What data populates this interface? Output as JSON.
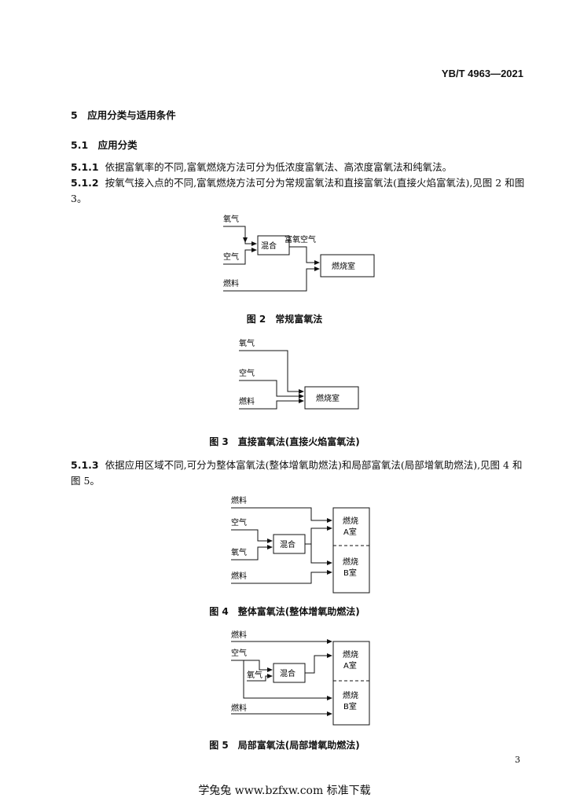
{
  "header": {
    "standard_no": "YB/T 4963—2021"
  },
  "section5": {
    "title": "5　应用分类与适用条件"
  },
  "section51": {
    "title": "5.1　应用分类"
  },
  "clauses": [
    {
      "num": "5.1.1",
      "text": "依据富氧率的不同,富氧燃烧方法可分为低浓度富氧法、高浓度富氧法和纯氧法。"
    },
    {
      "num": "5.1.2",
      "text": "按氧气接入点的不同,富氧燃烧方法可分为常规富氧法和直接富氧法(直接火焰富氧法),见图 2 和图 3。"
    },
    {
      "num": "5.1.3",
      "text": "依据应用区域不同,可分为整体富氧法(整体增氧助燃法)和局部富氧法(局部增氧助燃法),见图 4 和图 5。"
    }
  ],
  "fig2": {
    "caption": "图 2　常规富氧法",
    "oxygen": "氧气",
    "air": "空气",
    "fuel": "燃料",
    "mix": "混合",
    "enriched_air": "富氧空气",
    "chamber": "燃烧室"
  },
  "fig3": {
    "caption": "图 3　直接富氧法(直接火焰富氧法)",
    "oxygen": "氧气",
    "air": "空气",
    "fuel": "燃料",
    "chamber": "燃烧室"
  },
  "fig4": {
    "caption": "图 4　整体富氧法(整体增氧助燃法)",
    "fuel_top": "燃料",
    "air": "空气",
    "oxygen": "氧气",
    "fuel_bottom": "燃料",
    "mix": "混合",
    "chamber_a_1": "燃烧",
    "chamber_a_2": "A室",
    "chamber_b_1": "燃烧",
    "chamber_b_2": "B室"
  },
  "fig5": {
    "caption": "图 5　局部富氧法(局部增氧助燃法)",
    "fuel_top": "燃料",
    "air": "空气",
    "oxygen": "氧气",
    "fuel_bottom": "燃料",
    "mix": "混合",
    "chamber_a_1": "燃烧",
    "chamber_a_2": "A室",
    "chamber_b_1": "燃烧",
    "chamber_b_2": "B室"
  },
  "page_number": "3",
  "footer": "学兔兔 www.bzfxw.com 标准下载"
}
